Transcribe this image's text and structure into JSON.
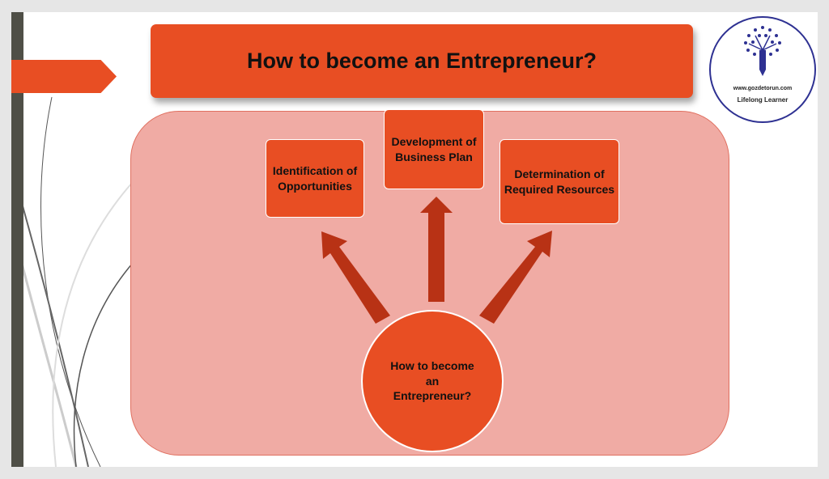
{
  "title": "How to become an Entrepreneur?",
  "logo": {
    "url": "www.gozdetorun.com",
    "tagline": "Lifelong Learner"
  },
  "center": "How to become an Entrepreneur?",
  "boxes": [
    {
      "label": "Identification of Opportunities"
    },
    {
      "label": "Development of Business Plan"
    },
    {
      "label": "Determination of Required Resources"
    }
  ],
  "colors": {
    "accent": "#e84e23",
    "panel": "#f0aba4",
    "arrow": "#b83215",
    "sidebar": "#4f4f47"
  }
}
